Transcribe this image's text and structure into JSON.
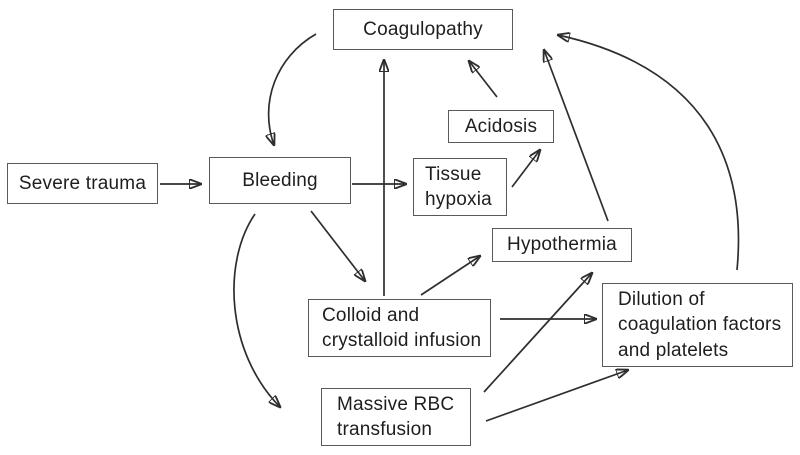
{
  "colors": {
    "background": "#ffffff",
    "box_border": "#595959",
    "arrow": "#2e2e2e",
    "text": "#1e1e1e"
  },
  "nodes": {
    "severe_trauma": {
      "label": "Severe trauma"
    },
    "bleeding": {
      "label": "Bleeding"
    },
    "coagulopathy": {
      "label": "Coagulopathy"
    },
    "acidosis": {
      "label": "Acidosis"
    },
    "tissue_hypoxia": {
      "label": "Tissue\nhypoxia"
    },
    "hypothermia": {
      "label": "Hypothermia"
    },
    "colloid_infusion": {
      "label": "Colloid and\ncrystalloid infusion"
    },
    "dilution": {
      "label": "Dilution of\ncoagulation factors\nand platelets"
    },
    "massive_rbc": {
      "label": "Massive RBC\ntransfusion"
    }
  },
  "edges": [
    {
      "from": "severe_trauma",
      "to": "bleeding"
    },
    {
      "from": "coagulopathy",
      "to": "bleeding"
    },
    {
      "from": "bleeding",
      "to": "tissue_hypoxia"
    },
    {
      "from": "tissue_hypoxia",
      "to": "acidosis"
    },
    {
      "from": "acidosis",
      "to": "coagulopathy"
    },
    {
      "from": "bleeding",
      "to": "colloid_infusion"
    },
    {
      "from": "bleeding",
      "to": "massive_rbc"
    },
    {
      "from": "colloid_infusion",
      "to": "coagulopathy"
    },
    {
      "from": "colloid_infusion",
      "to": "hypothermia"
    },
    {
      "from": "colloid_infusion",
      "to": "dilution"
    },
    {
      "from": "massive_rbc",
      "to": "hypothermia"
    },
    {
      "from": "massive_rbc",
      "to": "dilution"
    },
    {
      "from": "hypothermia",
      "to": "coagulopathy"
    },
    {
      "from": "dilution",
      "to": "coagulopathy"
    }
  ]
}
